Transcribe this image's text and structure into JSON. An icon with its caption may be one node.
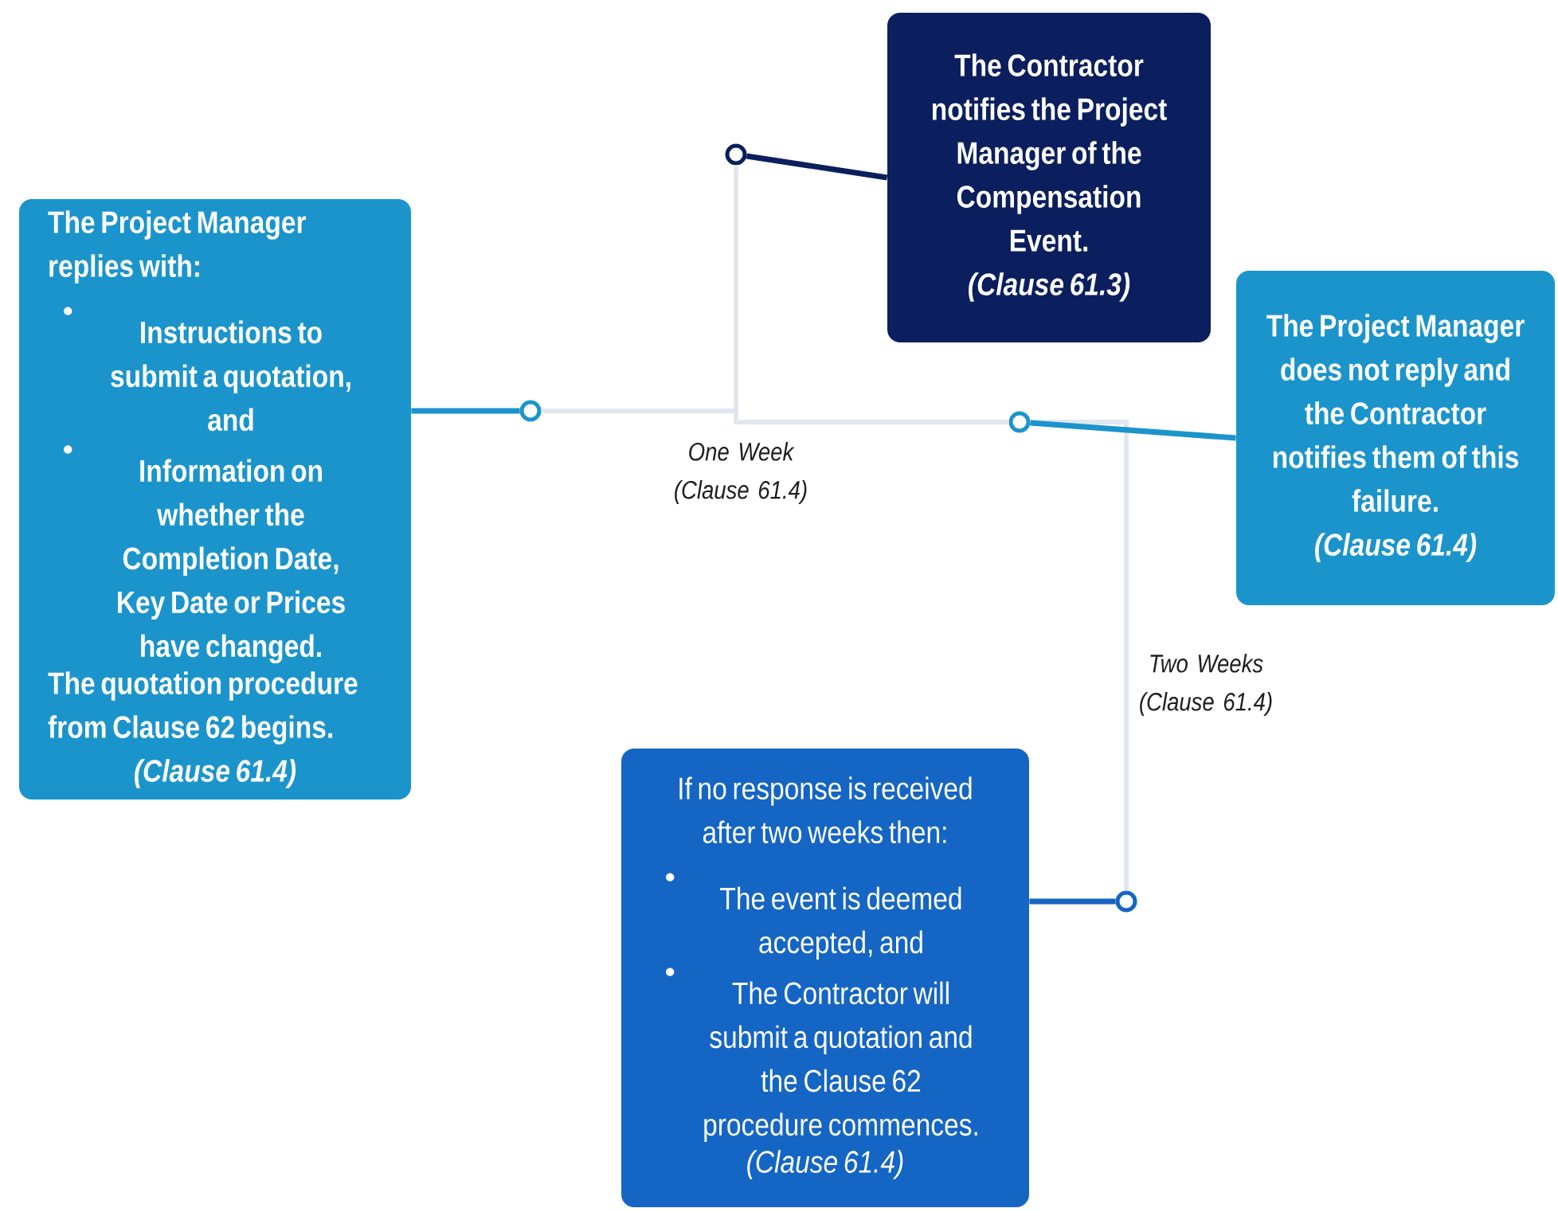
{
  "diagram": {
    "nodes": [
      {
        "text": [
          "The Contractor notifies the Project Manager of the Compensation Event.",
          "(Clause 61.3)"
        ]
      },
      {
        "text": [
          "The Project Manager replies with:",
          "Instructions to submit a quotation, and",
          "Information on whether the Completion Date, Key Date or Prices have changed.",
          "The quotation procedure from Clause 62 begins.",
          "(Clause 61.4)"
        ]
      },
      {
        "text": [
          "The Project Manager does not reply and the Contractor notifies them of this failure.",
          "(Clause 61.4)"
        ]
      },
      {
        "text": [
          "If no response is received after two weeks then:",
          "The event is deemed accepted, and",
          "The Contractor will submit a quotation and the Clause 62 procedure commences.",
          "(Clause 61.4)"
        ]
      },
      {
        "text": [],
        "shape": "circle"
      },
      {
        "text": [],
        "shape": "circle"
      },
      {
        "text": [],
        "shape": "circle"
      },
      {
        "text": [],
        "shape": "circle"
      }
    ],
    "edges": [
      {
        "from": 4,
        "to": 5,
        "arrow": "none"
      },
      {
        "from": 4,
        "to": 6,
        "arrow": "none"
      },
      {
        "from": 6,
        "to": 7,
        "arrow": "none"
      },
      {
        "from": 0,
        "to": 4,
        "arrow": "none",
        "color": "#0b1f5e"
      },
      {
        "from": 1,
        "to": 5,
        "arrow": "none",
        "color": "#1b94cc"
      },
      {
        "from": 2,
        "to": 6,
        "arrow": "none",
        "color": "#1b94cc"
      },
      {
        "from": 3,
        "to": 7,
        "arrow": "none",
        "color": "#1565c4"
      }
    ],
    "labels": [
      "One Week (Clause 61.4)",
      "Two Weeks (Clause 61.4)"
    ]
  }
}
